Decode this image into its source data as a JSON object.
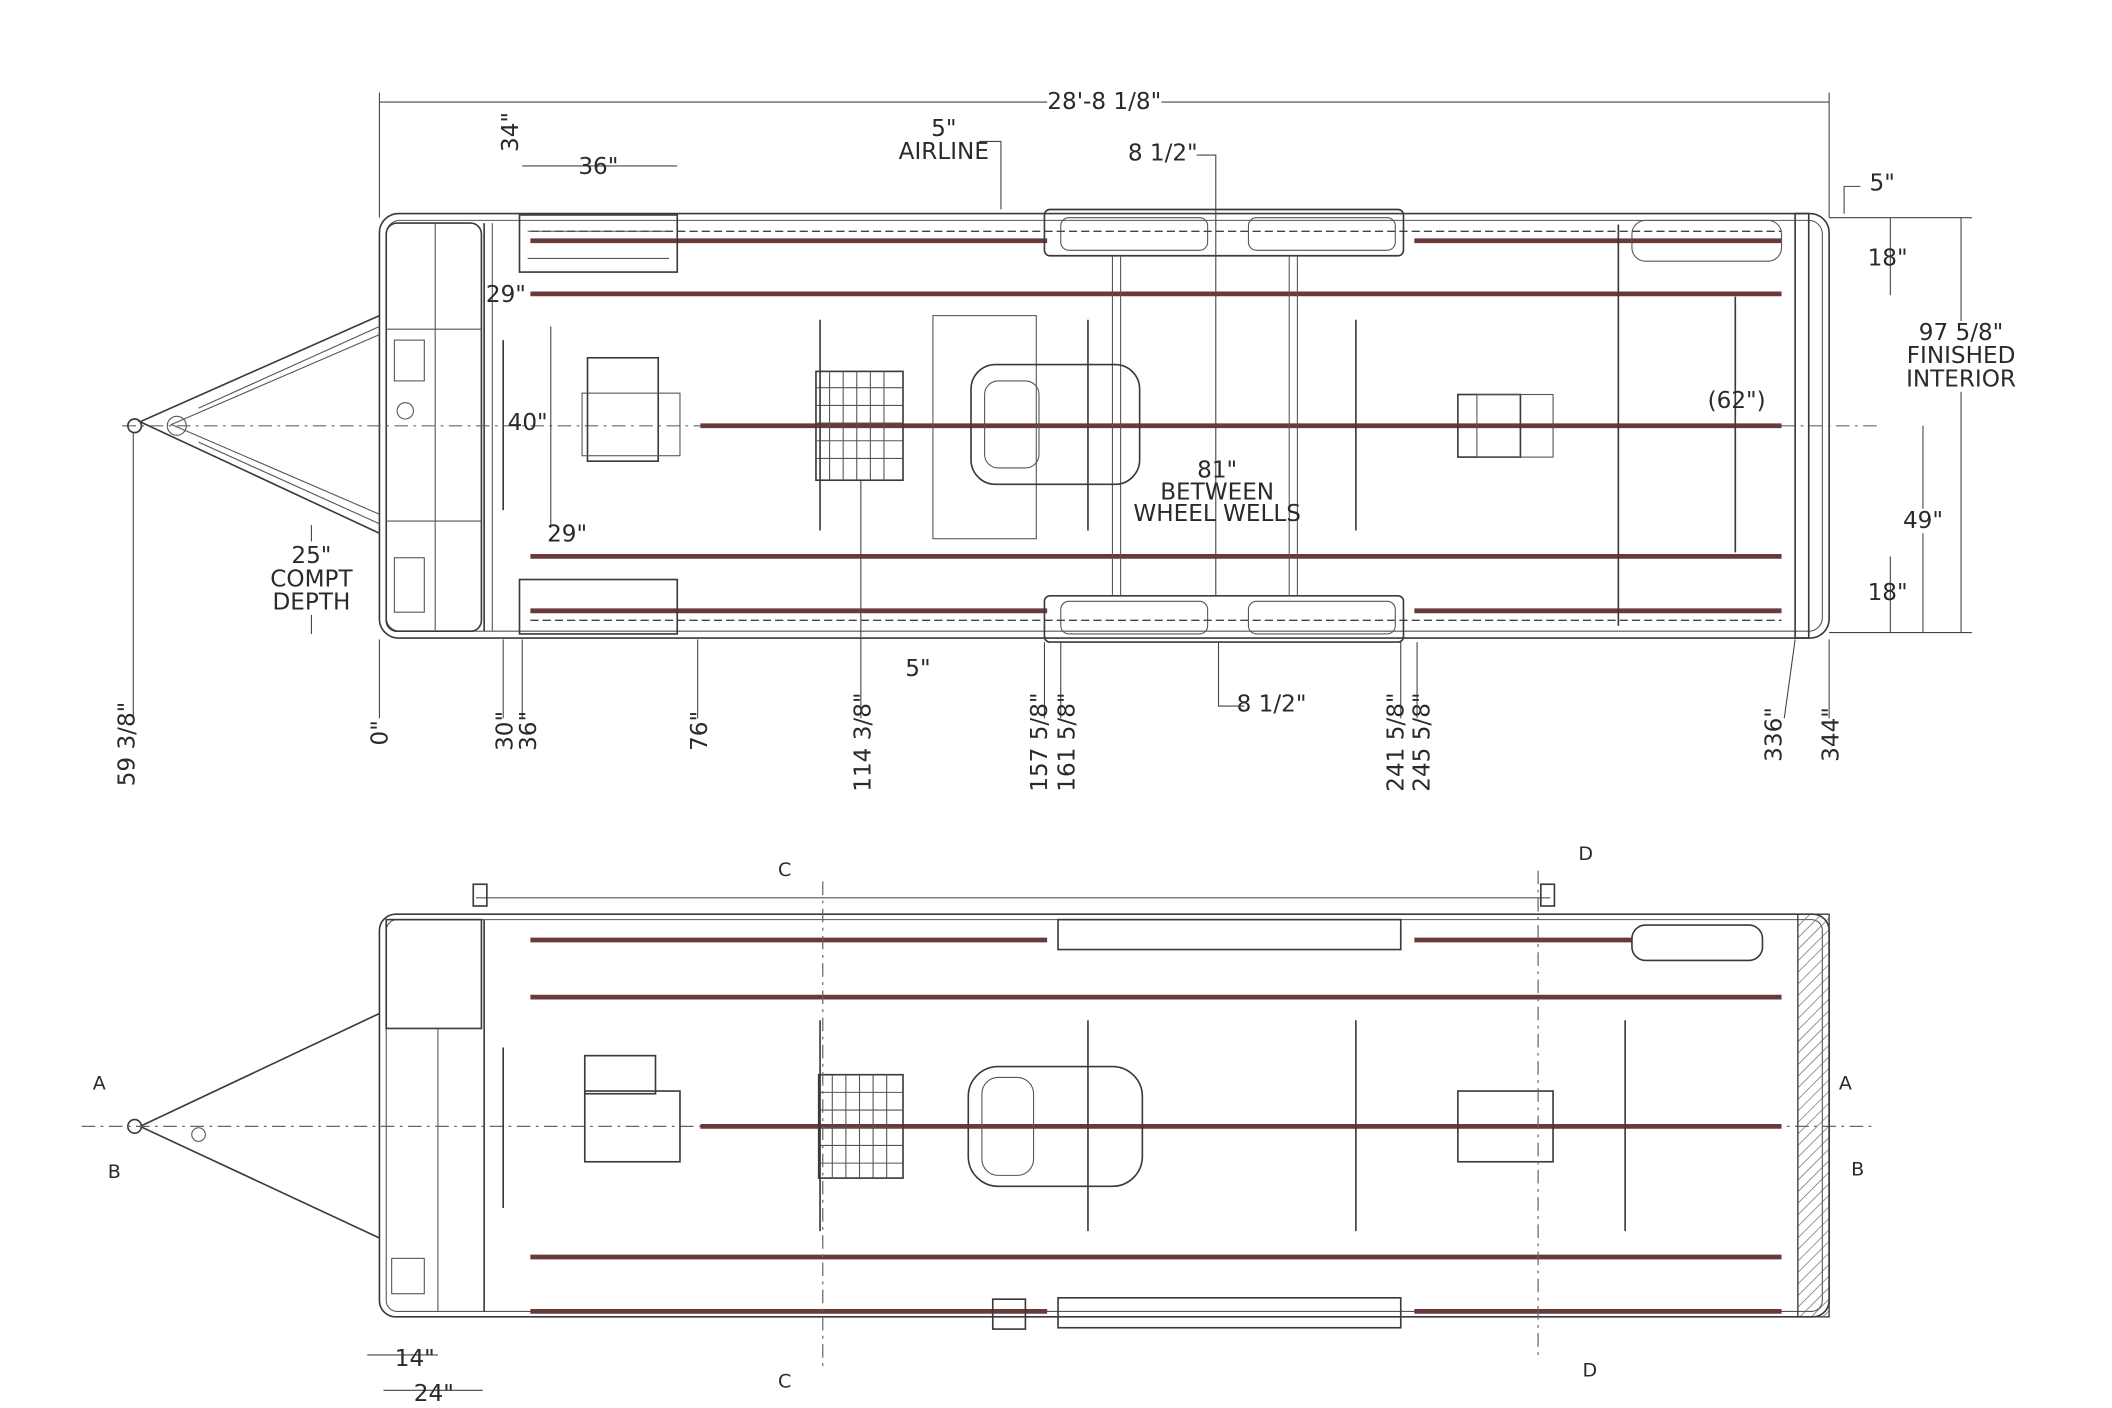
{
  "top_view": {
    "overall_length": "28'-8 1/8\"",
    "airline_size": "5\"",
    "airline_label": "AIRLINE",
    "eight_half_top": "8 1/2\"",
    "eight_half_bottom": "8 1/2\"",
    "thirty_four": "34\"",
    "thirty_six_top": "36\"",
    "twenty_nine_left": "29\"",
    "forty": "40\"",
    "twenty_nine_bottom": "29\"",
    "compt_depth_value": "25\"",
    "compt_depth_line1": "COMPT",
    "compt_depth_line2": "DEPTH",
    "between_wells_value": "81\"",
    "between_wells_line1": "BETWEEN",
    "between_wells_line2": "WHEEL WELLS",
    "sixty_two": "(62\")",
    "five_right": "5\"",
    "eighteen_top": "18\"",
    "finished_value": "97 5/8\"",
    "finished_line1": "FINISHED",
    "finished_line2": "INTERIOR",
    "forty_nine": "49\"",
    "eighteen_bottom": "18\"",
    "five_bottom": "5\"",
    "bottom_dims": [
      "59 3/8\"",
      "0\"",
      "30\"",
      "36\"",
      "76\"",
      "114 3/8\"",
      "157 5/8\"",
      "161 5/8\"",
      "241 5/8\"",
      "245 5/8\"",
      "336\"",
      "344\""
    ]
  },
  "bottom_view": {
    "section_c_top": "C",
    "section_c_bottom": "C",
    "section_d_top": "D",
    "section_d_bottom": "D",
    "section_a_left": "A",
    "section_b_left": "B",
    "section_a_right": "A",
    "section_b_right": "B",
    "fourteen": "14\"",
    "twenty_four": "24\""
  }
}
